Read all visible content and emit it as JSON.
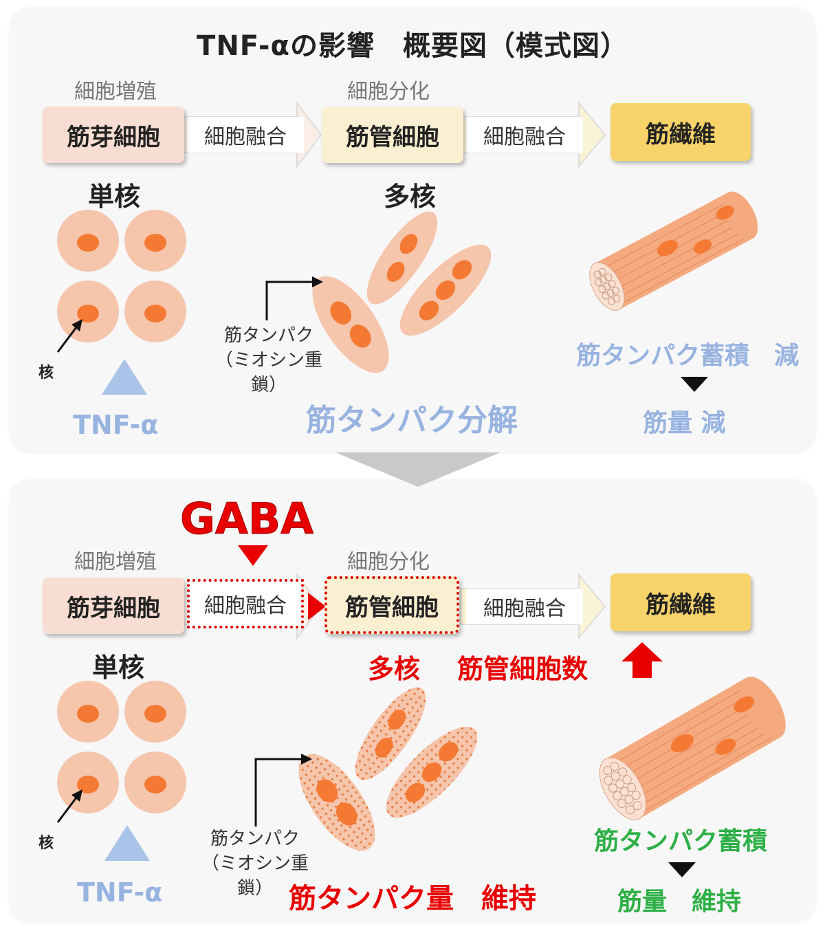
{
  "title": "TNF-αの影響　概要図（模式図）",
  "colors": {
    "myoblast_fill": "#f7ddd2",
    "myotube_fill": "#fbefd2",
    "fiber_fill": "#f7d36a",
    "cell_fill": "#f5c5ac",
    "nucleus_fill": "#f47a34",
    "tnf_blue": "#97b3e0",
    "gaba_red": "#e80000",
    "green": "#2eb047"
  },
  "top": {
    "stage_proliferation": "細胞増殖",
    "stage_differentiation": "細胞分化",
    "box_myoblast": "筋芽細胞",
    "fusion1": "細胞融合",
    "box_myotube": "筋管細胞",
    "fusion2": "細胞融合",
    "box_fiber": "筋繊維",
    "mononuclear": "単核",
    "multinuclear": "多核",
    "nucleus": "核",
    "protein_line1": "筋タンパク",
    "protein_line2": "（ミオシン重鎖）",
    "tnf_label": "TNF-α",
    "degradation": "筋タンパク分解",
    "accumulation": "筋タンパク蓄積　減",
    "muscle_mass": "筋量 減"
  },
  "bottom": {
    "gaba": "GABA",
    "stage_proliferation": "細胞増殖",
    "stage_differentiation": "細胞分化",
    "box_myoblast": "筋芽細胞",
    "fusion1": "細胞融合",
    "box_myotube": "筋管細胞",
    "fusion2": "細胞融合",
    "box_fiber": "筋繊維",
    "mononuclear": "単核",
    "multinuclear": "多核",
    "myotube_count": "筋管細胞数",
    "nucleus": "核",
    "protein_line1": "筋タンパク",
    "protein_line2": "（ミオシン重鎖）",
    "tnf_label": "TNF-α",
    "protein_amount": "筋タンパク量　維持",
    "accumulation": "筋タンパク蓄積",
    "muscle_mass": "筋量　維持"
  }
}
